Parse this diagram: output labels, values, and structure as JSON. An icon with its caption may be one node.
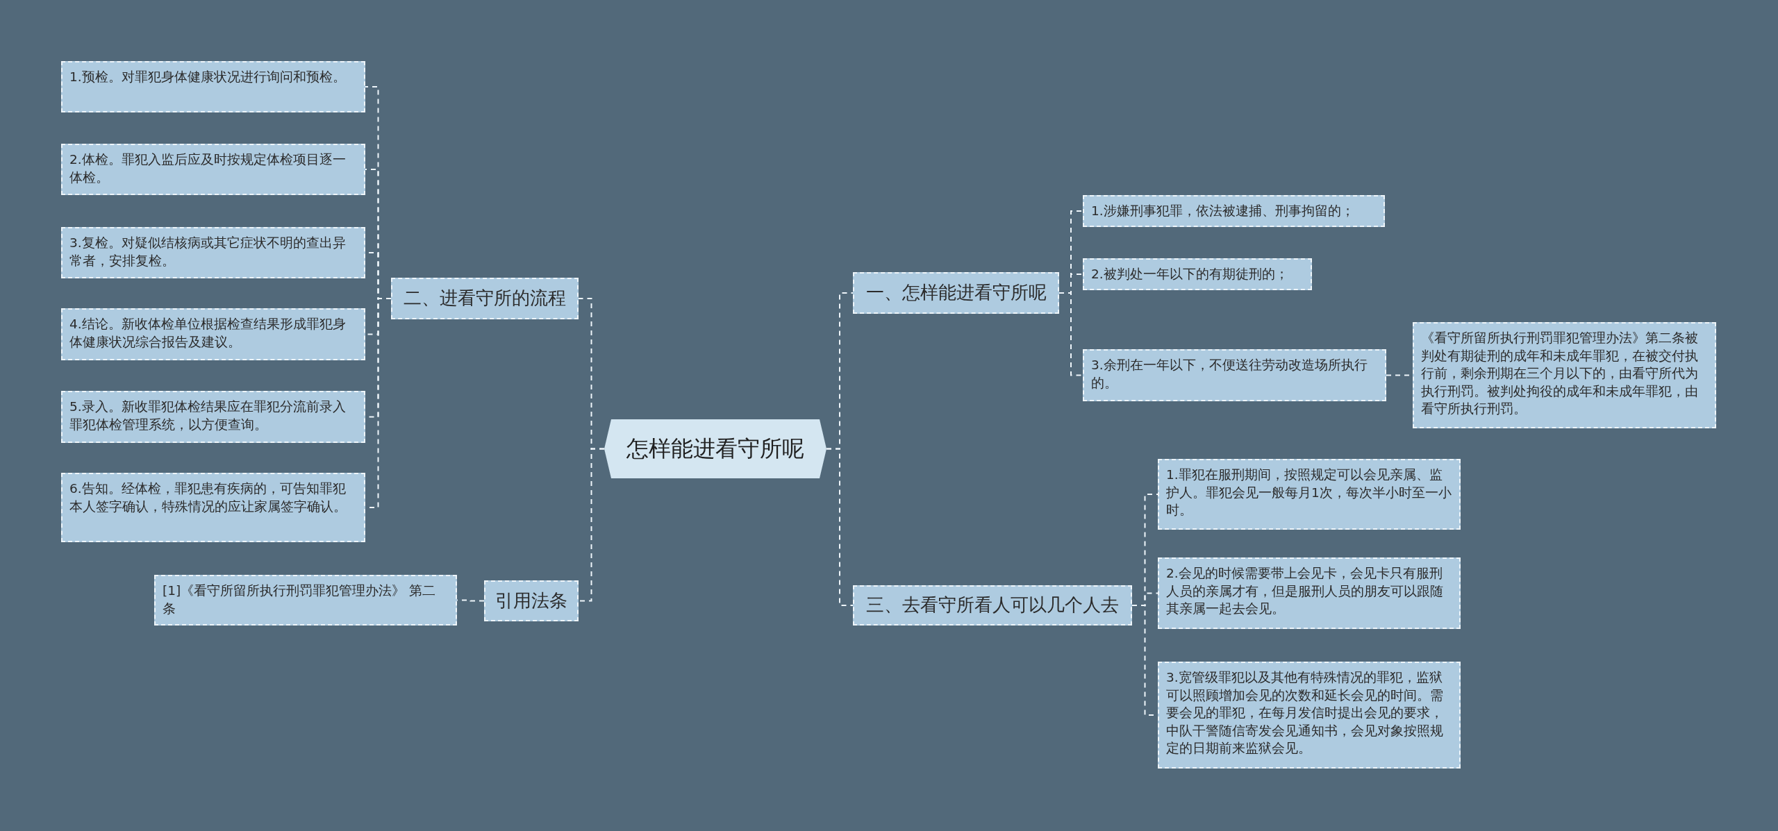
{
  "diagram": {
    "nodes": [
      {
        "text": [
          "怎样能进看守所呢"
        ]
      },
      {
        "text": [
          "二、进看守所的流程"
        ]
      },
      {
        "text": [
          "1.预检。对罪犯身体健康状况进行询问和预检。"
        ]
      },
      {
        "text": [
          "2.体检。罪犯入监后应及时按规定体检项目逐一体检。"
        ]
      },
      {
        "text": [
          "3.复检。对疑似结核病或其它症状不明的查出异常者，安排复检。"
        ]
      },
      {
        "text": [
          "4.结论。新收体检单位根据检查结果形成罪犯身体健康状况综合报告及建议。"
        ]
      },
      {
        "text": [
          "5.录入。新收罪犯体检结果应在罪犯分流前录入罪犯体检管理系统，以方便查询。"
        ]
      },
      {
        "text": [
          "6.告知。经体检，罪犯患有疾病的，可告知罪犯本人签字确认，特殊情况的应让家属签字确认。"
        ]
      },
      {
        "text": [
          "引用法条"
        ]
      },
      {
        "text": [
          "[1]《看守所留所执行刑罚罪犯管理办法》 第二条"
        ]
      },
      {
        "text": [
          "一、怎样能进看守所呢"
        ]
      },
      {
        "text": [
          "1.涉嫌刑事犯罪，依法被逮捕、刑事拘留的；"
        ]
      },
      {
        "text": [
          "2.被判处一年以下的有期徒刑的；"
        ]
      },
      {
        "text": [
          "3.余刑在一年以下，不便送往劳动改造场所执行的。"
        ]
      },
      {
        "text": [
          "《看守所留所执行刑罚罪犯管理办法》第二条被判处有期徒刑的成年和未成年罪犯，在被交付执行前，剩余刑期在三个月以下的，由看守所代为执行刑罚。被判处拘役的成年和未成年罪犯，由看守所执行刑罚。"
        ]
      },
      {
        "text": [
          "三、去看守所看人可以几个人去"
        ]
      },
      {
        "text": [
          "1.罪犯在服刑期间，按照规定可以会见亲属、监护人。罪犯会见一般每月1次，每次半小时至一小时。"
        ]
      },
      {
        "text": [
          "2.会见的时候需要带上会见卡，会见卡只有服刑人员的亲属才有，但是服刑人员的朋友可以跟随其亲属一起去会见。"
        ]
      },
      {
        "text": [
          "3.宽管级罪犯以及其他有特殊情况的罪犯，监狱可以照顾增加会见的次数和延长会见的时间。需要会见的罪犯，在每月发信时提出会见的要求，中队干警随信寄发会见通知书，会见对象按照规定的日期前来监狱会见。"
        ]
      }
    ],
    "edges": [
      {
        "from": 0,
        "to": 1,
        "arrow": "none"
      },
      {
        "from": 1,
        "to": 2,
        "arrow": "none"
      },
      {
        "from": 1,
        "to": 3,
        "arrow": "none"
      },
      {
        "from": 1,
        "to": 4,
        "arrow": "none"
      },
      {
        "from": 1,
        "to": 5,
        "arrow": "none"
      },
      {
        "from": 1,
        "to": 6,
        "arrow": "none"
      },
      {
        "from": 1,
        "to": 7,
        "arrow": "none"
      },
      {
        "from": 0,
        "to": 8,
        "arrow": "none"
      },
      {
        "from": 8,
        "to": 9,
        "arrow": "none"
      },
      {
        "from": 0,
        "to": 10,
        "arrow": "none"
      },
      {
        "from": 10,
        "to": 11,
        "arrow": "none"
      },
      {
        "from": 10,
        "to": 12,
        "arrow": "none"
      },
      {
        "from": 10,
        "to": 13,
        "arrow": "none"
      },
      {
        "from": 13,
        "to": 14,
        "arrow": "none"
      },
      {
        "from": 0,
        "to": 15,
        "arrow": "none"
      },
      {
        "from": 15,
        "to": 16,
        "arrow": "none"
      },
      {
        "from": 15,
        "to": 17,
        "arrow": "none"
      },
      {
        "from": 15,
        "to": 18,
        "arrow": "none"
      }
    ]
  }
}
